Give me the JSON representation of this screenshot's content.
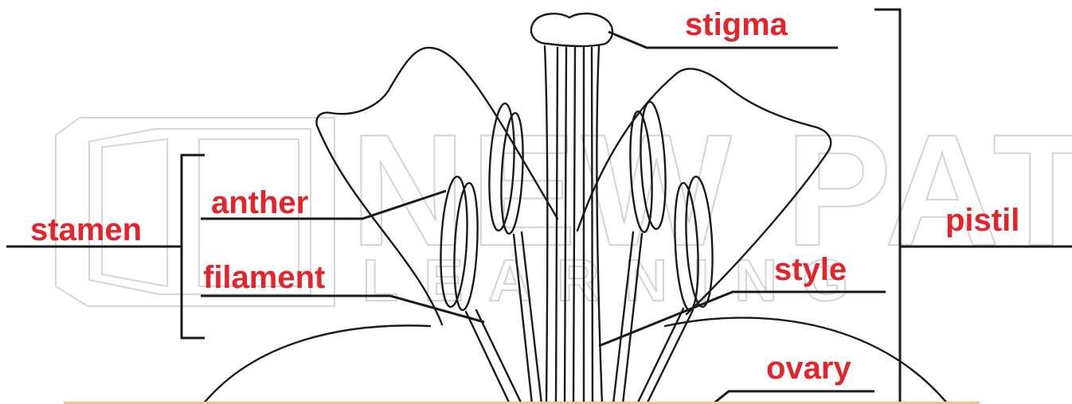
{
  "labels": {
    "stigma": "stigma",
    "anther": "anther",
    "stamen": "stamen",
    "filament": "filament",
    "pistil": "pistil",
    "style": "style",
    "ovary": "ovary"
  },
  "watermark": {
    "line1": "NEW PATH",
    "line2": "LEARNING"
  },
  "colors": {
    "label": "#e3242b",
    "line": "#1a1a1a",
    "base_band": "#f2c38a"
  }
}
